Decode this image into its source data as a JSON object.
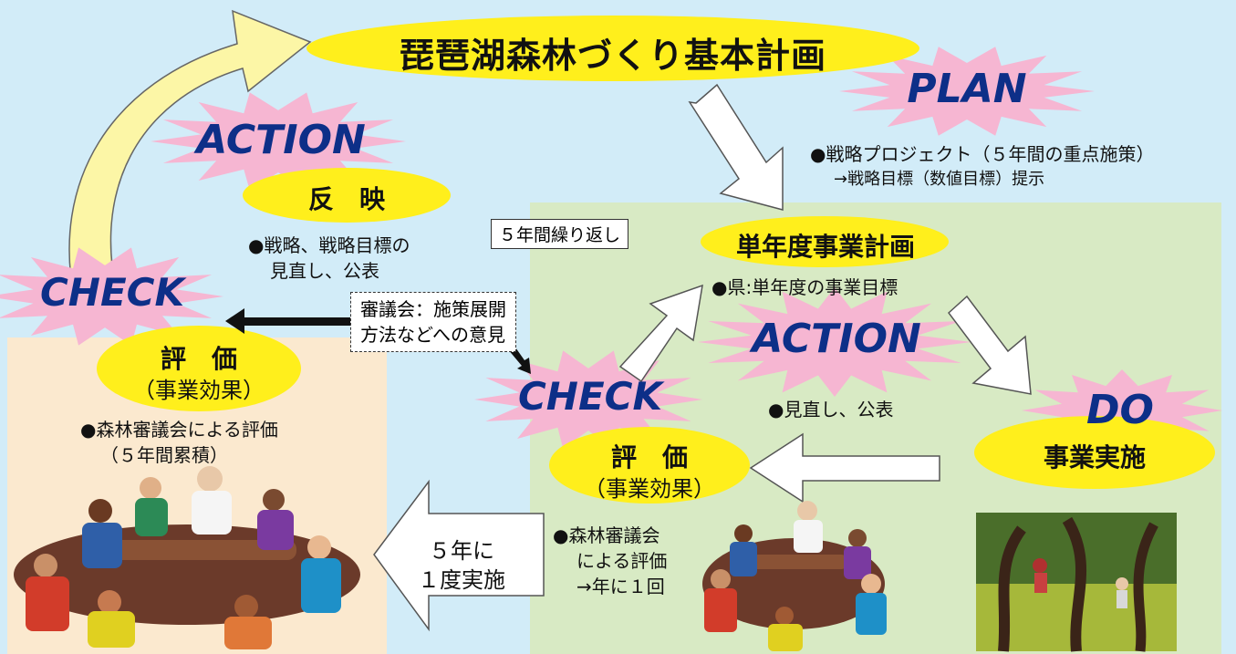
{
  "title": "琵琶湖森林づくり基本計画",
  "plan": {
    "label": "PLAN",
    "bullet": "●戦略プロジェクト（５年間の重点施策）",
    "sub": "→戦略目標（数値目標）提示"
  },
  "action_top": {
    "label": "ACTION",
    "oval": "反　映",
    "bullet1": "●戦略、戦略目標の",
    "bullet2": "見直し、公表"
  },
  "repeat_box": "５年間繰り返し",
  "council_box": {
    "line1": "審議会：施策展開",
    "line2": "方法などへの意見"
  },
  "check_left": {
    "label": "CHECK",
    "oval1": "評　価",
    "oval2": "（事業効果）",
    "bullet1": "●森林審議会による評価",
    "bullet2": "（５年間累積）"
  },
  "single_year": {
    "oval": "単年度事業計画",
    "bullet": "●県:単年度の事業目標"
  },
  "action_mid": {
    "label": "ACTION",
    "bullet": "●見直し、公表"
  },
  "do": {
    "label": "DO",
    "oval": "事業実施"
  },
  "check_mid": {
    "label": "CHECK",
    "oval1": "評　価",
    "oval2": "（事業効果）",
    "bullet1": "●森林審議会",
    "bullet2": "による評価",
    "bullet3": "→年に１回"
  },
  "five_year_arrow": {
    "line1": "５年に",
    "line2": "１度実施"
  },
  "colors": {
    "sky": "#d2ecf8",
    "panel_left": "#fbe9cf",
    "panel_right": "#d8eac4",
    "oval": "#ffef1c",
    "burst": "#f6b6d2",
    "burst_text": "#0d2f88",
    "loop_arrow": "#fcf6a6"
  }
}
